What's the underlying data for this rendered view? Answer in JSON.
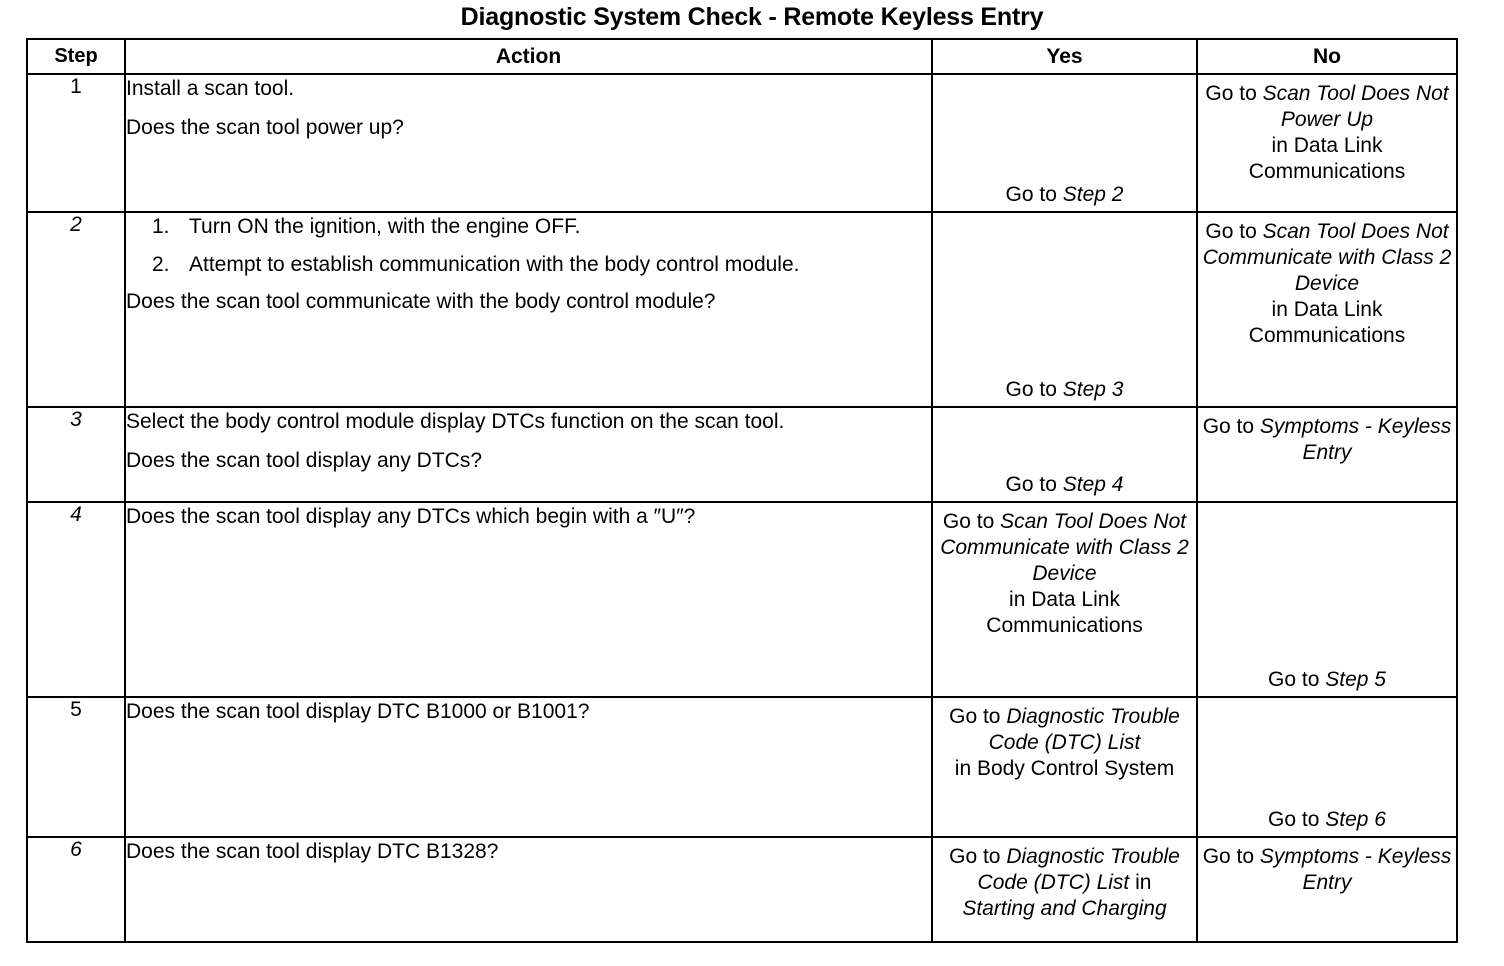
{
  "title": "Diagnostic System Check - Remote Keyless Entry",
  "table": {
    "headers": {
      "step": "Step",
      "action": "Action",
      "yes": "Yes",
      "no": "No"
    },
    "rows": [
      {
        "step": "1",
        "action_lines": [
          "Install a scan tool.",
          "Does the scan tool power up?"
        ],
        "yes": {
          "plain_pre": "Go to ",
          "italic": "Step 2",
          "plain_post": ""
        },
        "no": {
          "plain_pre": "Go to ",
          "italic": "Scan Tool Does Not Power Up",
          "plain_post": "in Data Link Communications"
        }
      },
      {
        "step": "2",
        "list_items": [
          {
            "marker": "1.",
            "text": "Turn ON the ignition, with the engine OFF."
          },
          {
            "marker": "2.",
            "text": "Attempt to establish communication with the body control module."
          }
        ],
        "action_lines": [
          "Does the scan tool communicate with the body control module?"
        ],
        "yes": {
          "plain_pre": "Go to ",
          "italic": "Step 3",
          "plain_post": ""
        },
        "no": {
          "plain_pre": "Go to ",
          "italic": "Scan Tool Does Not Communicate with Class 2 Device",
          "plain_post": "in Data Link Communications"
        }
      },
      {
        "step": "3",
        "action_lines": [
          "Select the body control module display DTCs function on the scan tool.",
          "Does the scan tool display any DTCs?"
        ],
        "yes": {
          "plain_pre": "Go to ",
          "italic": "Step 4",
          "plain_post": ""
        },
        "no": {
          "plain_pre": "Go to ",
          "italic": "Symptoms - Keyless Entry",
          "plain_post": ""
        }
      },
      {
        "step": "4",
        "action_lines": [
          "Does the scan tool display any DTCs which begin with a ″U″?"
        ],
        "yes": {
          "plain_pre": "Go to ",
          "italic": "Scan Tool Does Not Communicate with Class 2 Device",
          "plain_post": "in Data Link Communications"
        },
        "no": {
          "plain_pre": "Go to ",
          "italic": "Step 5",
          "plain_post": ""
        }
      },
      {
        "step": "5",
        "action_lines": [
          "Does the scan tool display DTC B1000 or B1001?"
        ],
        "yes": {
          "plain_pre": "Go to ",
          "italic": "Diagnostic Trouble Code (DTC) List",
          "plain_post": "in Body Control System"
        },
        "no": {
          "plain_pre": "Go to ",
          "italic": "Step 6",
          "plain_post": ""
        }
      },
      {
        "step": "6",
        "action_lines": [
          "Does the scan tool display DTC B1328?"
        ],
        "yes": {
          "plain_pre": "Go to ",
          "italic": "Diagnostic Trouble Code (DTC) List",
          "plain_mid": " in ",
          "italic2": "Starting and Charging",
          "plain_post": ""
        },
        "no": {
          "plain_pre": "Go to ",
          "italic": "Symptoms - Keyless Entry",
          "plain_post": ""
        }
      }
    ]
  }
}
